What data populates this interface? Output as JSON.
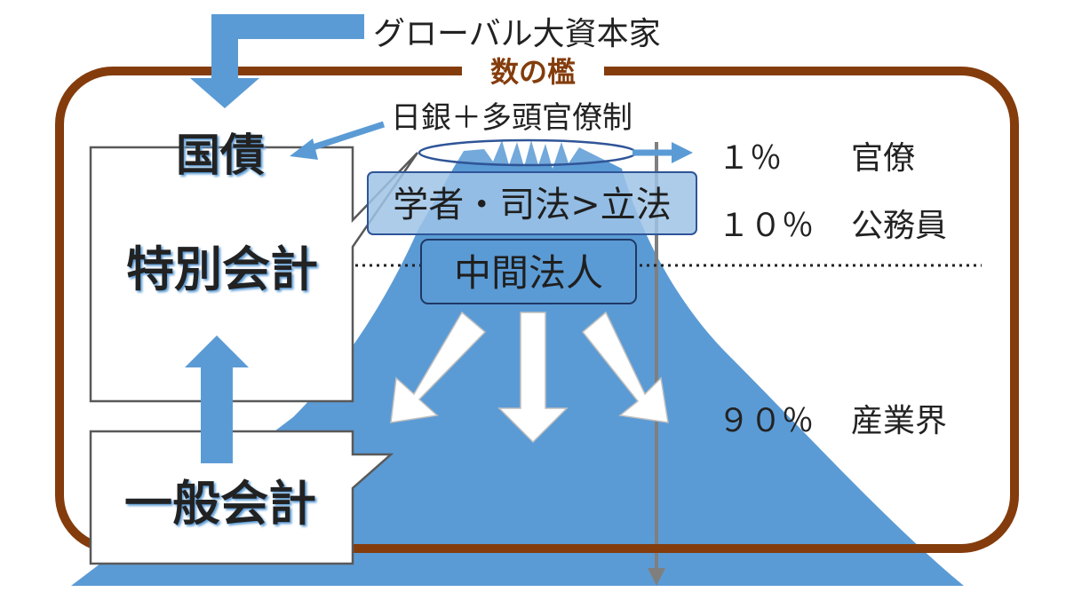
{
  "colors": {
    "mountain": "#5b9bd5",
    "cage": "#843c0c",
    "cage_title": "#843c0c",
    "label_box_fill": "#9dc3e6",
    "label_box_stroke": "#2f5597",
    "axis_line": "#7f7f7f",
    "text": "#222222"
  },
  "top": {
    "capital_label": "グローバル大資本家",
    "cage_title": "数の檻",
    "boj_label": "日銀＋多頭官僚制"
  },
  "left": {
    "bond_label": "国債",
    "special_account_label": "特別会計",
    "general_account_label": "一般会計"
  },
  "mountain": {
    "upper_box_label": "学者・司法>立法",
    "lower_box_label": "中間法人"
  },
  "levels": [
    {
      "percent": "１％",
      "name": "官僚"
    },
    {
      "percent": "１０％",
      "name": "公務員"
    },
    {
      "percent": "９０％",
      "name": "産業界"
    }
  ]
}
